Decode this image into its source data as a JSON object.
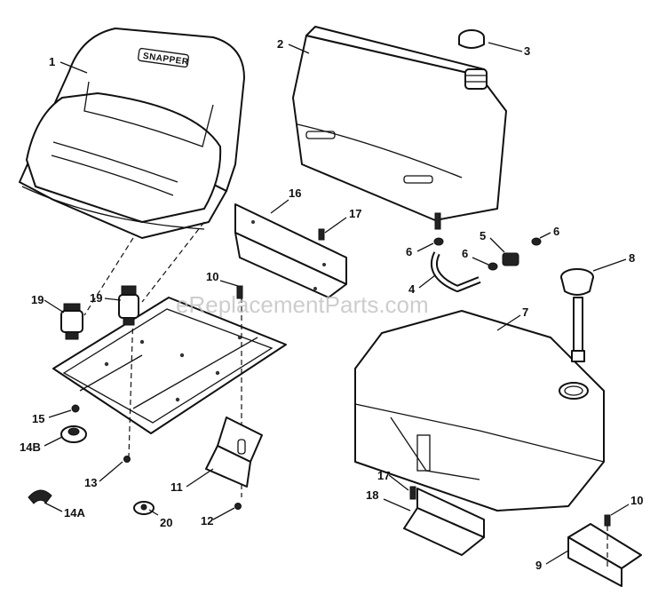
{
  "watermark": "eReplacementParts.com",
  "seat_brand": "SNAPPER",
  "callouts": {
    "c1": "1",
    "c2": "2",
    "c3": "3",
    "c4": "4",
    "c5": "5",
    "c6a": "6",
    "c6b": "6",
    "c6c": "6",
    "c7": "7",
    "c8": "8",
    "c9": "9",
    "c10a": "10",
    "c10b": "10",
    "c11": "11",
    "c12": "12",
    "c13": "13",
    "c14a": "14A",
    "c14b": "14B",
    "c15": "15",
    "c16": "16",
    "c17a": "17",
    "c17b": "17",
    "c18": "18",
    "c19a": "19",
    "c19b": "19",
    "c20": "20"
  }
}
